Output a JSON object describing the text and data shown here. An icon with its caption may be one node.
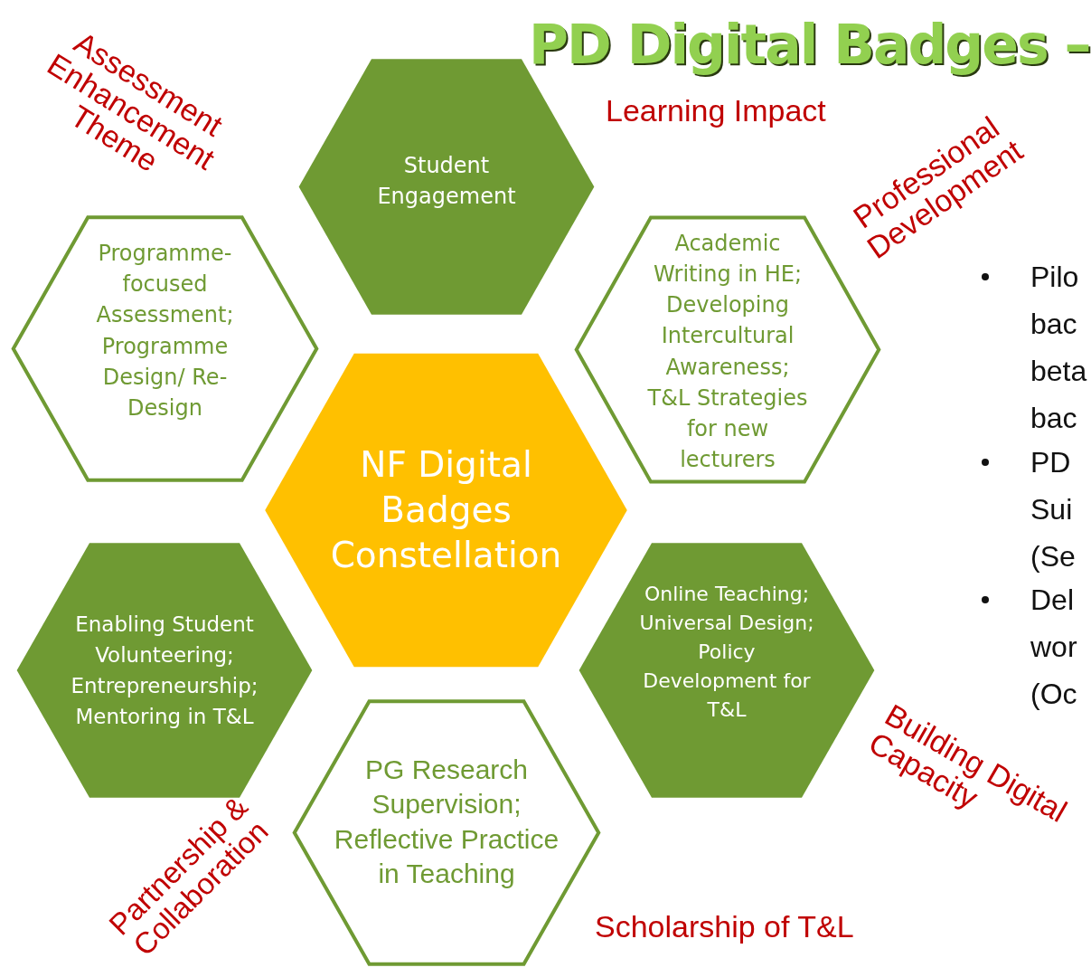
{
  "diagram": {
    "title": "PD Digital Badges –",
    "nodes": [
      {
        "text": [
          "Student Engagement"
        ]
      },
      {
        "text": [
          "Programme-focused Assessment; Programme Design/ Re-Design"
        ]
      },
      {
        "text": [
          "Academic Writing in HE; Developing Intercultural Awareness; T&L Strategies for new lecturers"
        ]
      },
      {
        "text": [
          "NF Digital Badges Constellation"
        ]
      },
      {
        "text": [
          "Enabling Student Volunteering; Entrepreneurship; Mentoring in T&L"
        ]
      },
      {
        "text": [
          "Online Teaching; Universal Design; Policy Development for T&L"
        ]
      },
      {
        "text": [
          "PG Research Supervision; Reflective Practice in Teaching"
        ]
      }
    ],
    "labels": [
      "Assessment Enhancement Theme",
      "Learning Impact",
      "Professional Development",
      "Pilo bac beta bac",
      "PD Sui (Se",
      "Del wor (Oc",
      "Building Digital Capacity",
      "Partnership & Collaboration",
      "Scholarship of T&L"
    ]
  }
}
